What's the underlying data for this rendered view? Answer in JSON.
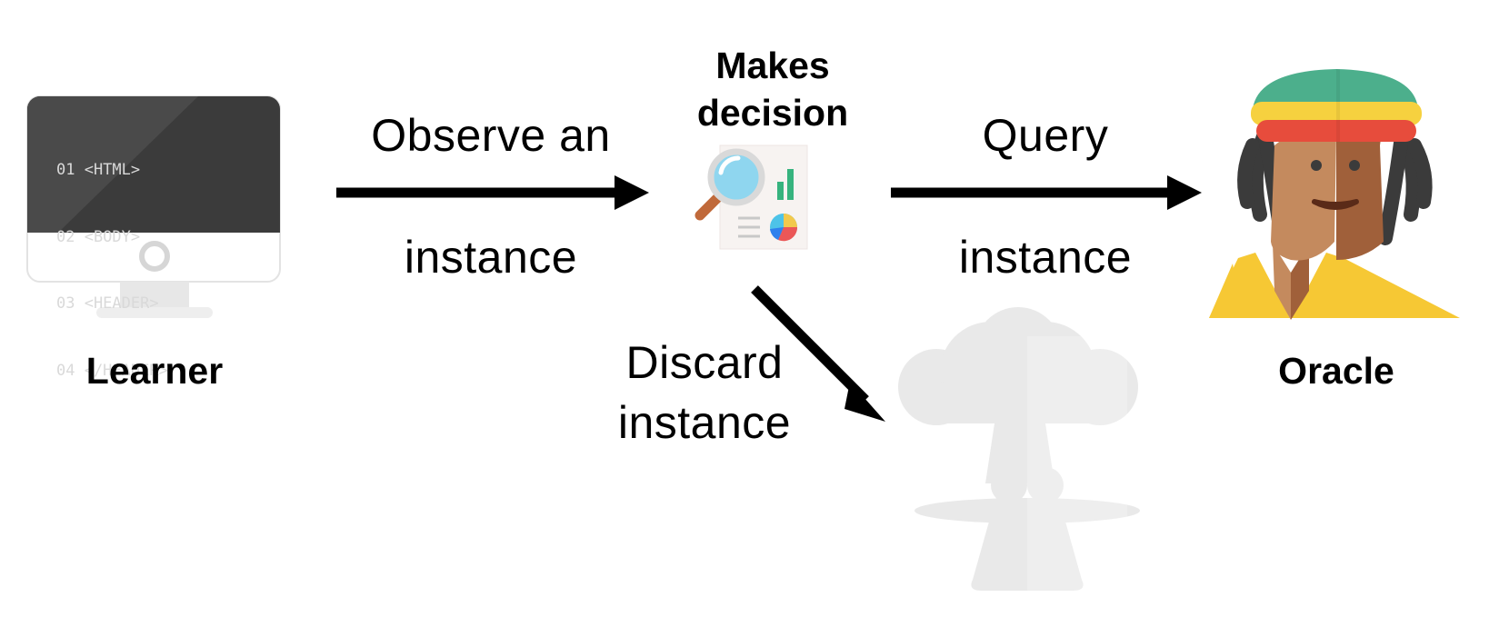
{
  "learner": {
    "label": "Learner",
    "code_lines": [
      "01 <HTML>",
      "02 <BODY>",
      "03 <HEADER>",
      "04 </HEADER>"
    ]
  },
  "decision": {
    "line1": "Makes",
    "line2": "decision"
  },
  "oracle": {
    "label": "Oracle"
  },
  "arrows": {
    "observe": {
      "line1": "Observe an",
      "line2": "instance"
    },
    "query": {
      "line1": "Query",
      "line2": "instance"
    },
    "discard": {
      "line1": "Discard",
      "line2": "instance"
    }
  },
  "icons": {
    "learner": "computer-monitor-icon",
    "decision": "magnifier-report-icon",
    "oracle": "rasta-person-icon",
    "discard": "mushroom-cloud-icon"
  }
}
